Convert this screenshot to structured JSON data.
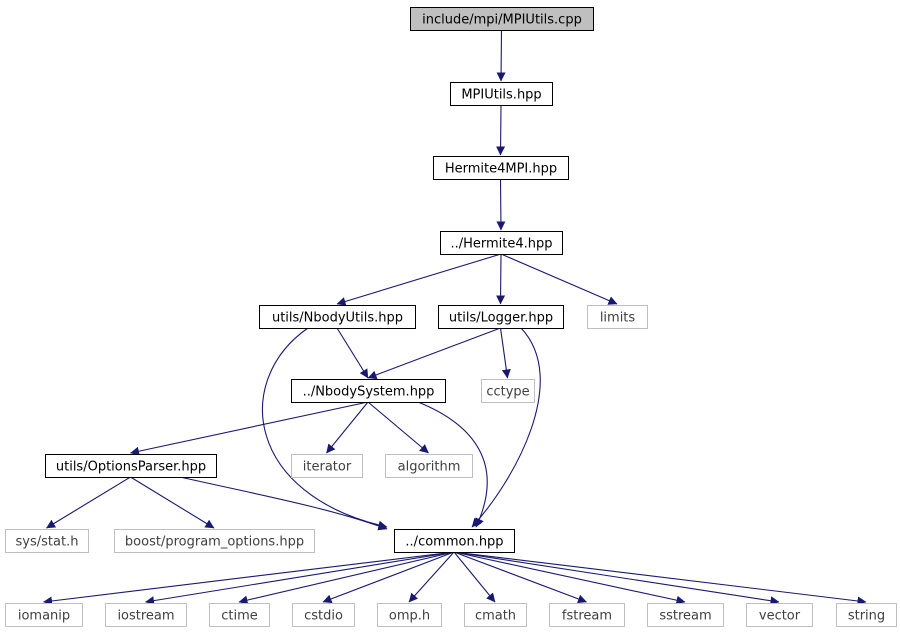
{
  "colors": {
    "edge": "#191970",
    "node_border": "#000000",
    "node_text": "#000000",
    "external_border": "#bfbfbf",
    "external_text": "#404040",
    "focus_fill": "#bfbfbf",
    "fill": "#ffffff"
  },
  "nodes": [
    {
      "id": "mpiutils_cpp",
      "label": "include/mpi/MPIUtils.cpp",
      "kind": "focus"
    },
    {
      "id": "mpiutils_hpp",
      "label": "MPIUtils.hpp",
      "kind": "file"
    },
    {
      "id": "hermite4mpi",
      "label": "Hermite4MPI.hpp",
      "kind": "file"
    },
    {
      "id": "hermite4",
      "label": "../Hermite4.hpp",
      "kind": "file"
    },
    {
      "id": "nbodyutils",
      "label": "utils/NbodyUtils.hpp",
      "kind": "file"
    },
    {
      "id": "logger",
      "label": "utils/Logger.hpp",
      "kind": "file"
    },
    {
      "id": "limits",
      "label": "limits",
      "kind": "external"
    },
    {
      "id": "nbodysystem",
      "label": "../NbodySystem.hpp",
      "kind": "file"
    },
    {
      "id": "cctype",
      "label": "cctype",
      "kind": "external"
    },
    {
      "id": "optionsparser",
      "label": "utils/OptionsParser.hpp",
      "kind": "file"
    },
    {
      "id": "iterator",
      "label": "iterator",
      "kind": "external"
    },
    {
      "id": "algorithm",
      "label": "algorithm",
      "kind": "external"
    },
    {
      "id": "sysstat",
      "label": "sys/stat.h",
      "kind": "external"
    },
    {
      "id": "boostpo",
      "label": "boost/program_options.hpp",
      "kind": "external"
    },
    {
      "id": "common",
      "label": "../common.hpp",
      "kind": "file"
    },
    {
      "id": "iomanip",
      "label": "iomanip",
      "kind": "external"
    },
    {
      "id": "iostream",
      "label": "iostream",
      "kind": "external"
    },
    {
      "id": "ctime",
      "label": "ctime",
      "kind": "external"
    },
    {
      "id": "cstdio",
      "label": "cstdio",
      "kind": "external"
    },
    {
      "id": "omp",
      "label": "omp.h",
      "kind": "external"
    },
    {
      "id": "cmath",
      "label": "cmath",
      "kind": "external"
    },
    {
      "id": "fstream",
      "label": "fstream",
      "kind": "external"
    },
    {
      "id": "sstream",
      "label": "sstream",
      "kind": "external"
    },
    {
      "id": "vector",
      "label": "vector",
      "kind": "external"
    },
    {
      "id": "string",
      "label": "string",
      "kind": "external"
    }
  ],
  "edges": [
    {
      "from": "mpiutils_cpp",
      "to": "mpiutils_hpp"
    },
    {
      "from": "mpiutils_hpp",
      "to": "hermite4mpi"
    },
    {
      "from": "hermite4mpi",
      "to": "hermite4"
    },
    {
      "from": "hermite4",
      "to": "nbodyutils"
    },
    {
      "from": "hermite4",
      "to": "logger"
    },
    {
      "from": "hermite4",
      "to": "limits"
    },
    {
      "from": "nbodyutils",
      "to": "nbodysystem"
    },
    {
      "from": "nbodyutils",
      "to": "common"
    },
    {
      "from": "logger",
      "to": "nbodysystem"
    },
    {
      "from": "logger",
      "to": "cctype"
    },
    {
      "from": "logger",
      "to": "common"
    },
    {
      "from": "nbodysystem",
      "to": "optionsparser"
    },
    {
      "from": "nbodysystem",
      "to": "iterator"
    },
    {
      "from": "nbodysystem",
      "to": "algorithm"
    },
    {
      "from": "nbodysystem",
      "to": "common"
    },
    {
      "from": "optionsparser",
      "to": "sysstat"
    },
    {
      "from": "optionsparser",
      "to": "boostpo"
    },
    {
      "from": "optionsparser",
      "to": "common"
    },
    {
      "from": "common",
      "to": "iomanip"
    },
    {
      "from": "common",
      "to": "iostream"
    },
    {
      "from": "common",
      "to": "ctime"
    },
    {
      "from": "common",
      "to": "cstdio"
    },
    {
      "from": "common",
      "to": "omp"
    },
    {
      "from": "common",
      "to": "cmath"
    },
    {
      "from": "common",
      "to": "fstream"
    },
    {
      "from": "common",
      "to": "sstream"
    },
    {
      "from": "common",
      "to": "vector"
    },
    {
      "from": "common",
      "to": "string"
    }
  ]
}
